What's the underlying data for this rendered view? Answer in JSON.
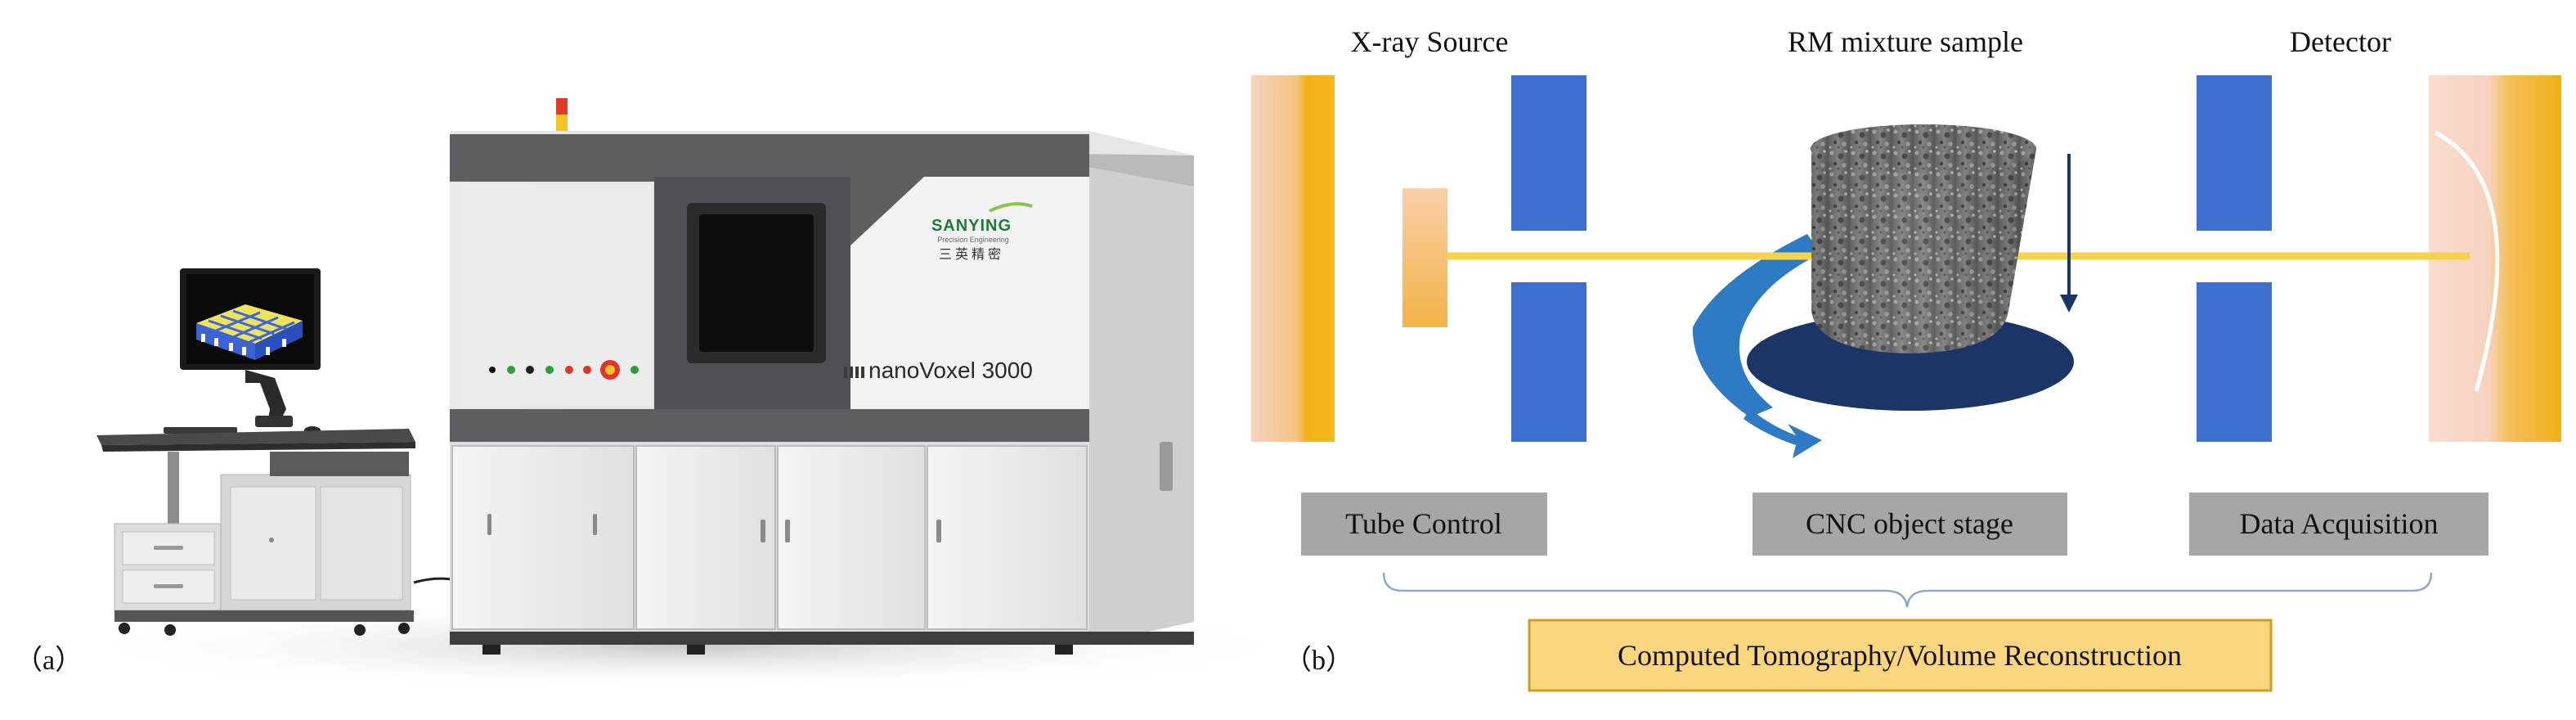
{
  "panel_a": {
    "label": "（a）",
    "brand_logo": "SANYING",
    "brand_tagline": "Precision Engineering",
    "brand_cn": "三英精密",
    "model_name": "nanoVoxel 3000"
  },
  "panel_b": {
    "label": "（b）",
    "source_title": "X-ray Source",
    "sample_title": "RM mixture sample",
    "detector_title": "Detector",
    "boxes": {
      "tube_control": "Tube Control",
      "cnc_stage": "CNC object stage",
      "data_acquisition": "Data Acquisition"
    },
    "reconstruction": "Computed Tomography/Volume Reconstruction"
  },
  "colors": {
    "source_orange": "#F2B019",
    "source_peach": "#F7D2BF",
    "collimator_blue": "#3F6FD0",
    "beam_yellow": "#F5D34A",
    "stage_navy": "#1B3566",
    "rotation_arrow": "#2E7BC4",
    "grey_box": "#A6A6A6",
    "recon_box_fill": "#FAD77E",
    "recon_box_border": "#C9A020"
  }
}
